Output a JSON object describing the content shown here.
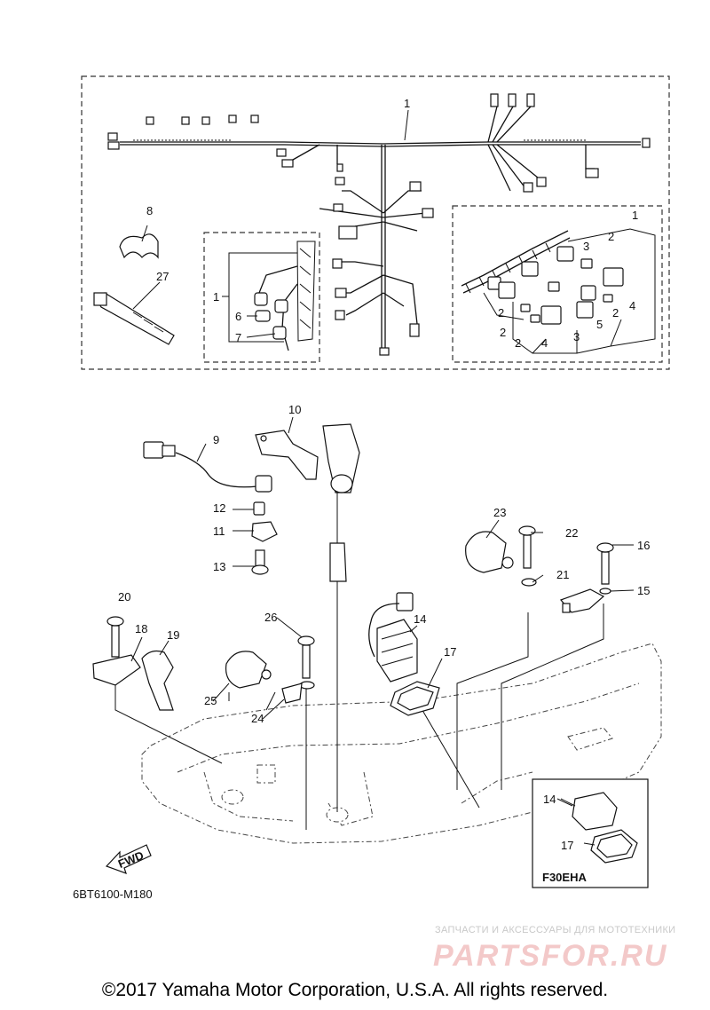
{
  "diagram": {
    "code": "6BT6100-M180",
    "inset_model": "F30EHA",
    "fwd_label": "FWD",
    "callouts": {
      "c1_top": "1",
      "c1_left": "1",
      "c1_right": "1",
      "c2_a": "2",
      "c2_b": "2",
      "c2_c": "2",
      "c2_d": "2",
      "c2_e": "2",
      "c3_a": "3",
      "c3_b": "3",
      "c4_a": "4",
      "c4_b": "4",
      "c5": "5",
      "c6": "6",
      "c7": "7",
      "c8": "8",
      "c9": "9",
      "c10": "10",
      "c11": "11",
      "c12": "12",
      "c13": "13",
      "c14": "14",
      "c14_inset": "14",
      "c15": "15",
      "c16": "16",
      "c17": "17",
      "c17_inset": "17",
      "c18": "18",
      "c19": "19",
      "c20": "20",
      "c21": "21",
      "c22": "22",
      "c23": "23",
      "c24": "24",
      "c25": "25",
      "c26": "26",
      "c27": "27"
    }
  },
  "watermark": {
    "tagline": "ЗАПЧАСТИ И АКСЕССУАРЫ ДЛЯ МОТОТЕХНИКИ",
    "brand": "PARTSFOR.RU"
  },
  "copyright": "©2017 Yamaha Motor Corporation, U.S.A. All rights reserved."
}
